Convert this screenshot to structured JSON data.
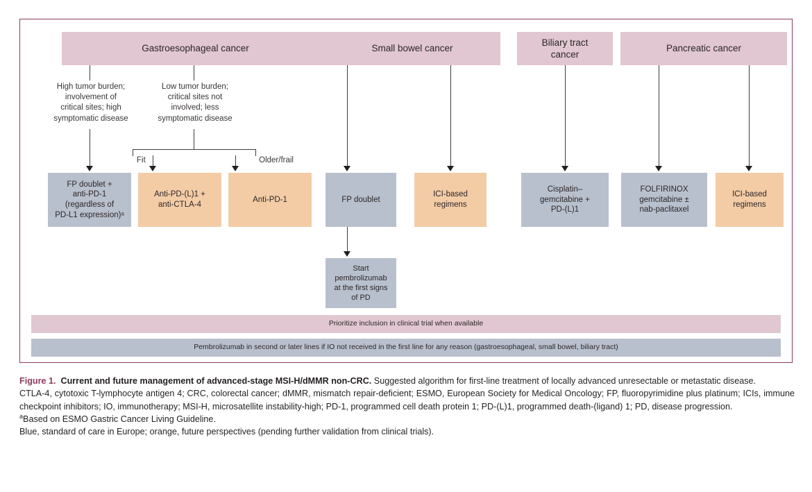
{
  "figure": {
    "frame_border_color": "#8d3a60",
    "palette": {
      "pink": "#e1c7d1",
      "blue": "#b9c0cd",
      "orange": "#f3cca6",
      "accent_maroon": "#8d3a60",
      "text": "#231f20"
    },
    "headers": [
      {
        "id": "gastroesophageal",
        "label": "Gastroesophageal cancer"
      },
      {
        "id": "small-bowel",
        "label": "Small bowel cancer"
      },
      {
        "id": "biliary-tract",
        "label": "Biliary tract\ncancer"
      },
      {
        "id": "pancreatic",
        "label": "Pancreatic cancer"
      }
    ],
    "conditions": {
      "high_burden": "High tumor burden;\ninvolvement of\ncritical sites; high\nsymptomatic disease",
      "low_burden": "Low tumor burden;\ncritical sites not\ninvolved; less\nsymptomatic disease",
      "fit": "Fit",
      "older_frail": "Older/frail"
    },
    "treatments": [
      {
        "id": "fp-doublet-anti-pd1",
        "color": "blue",
        "label": "FP doublet +\nanti-PD-1\n(regardless of\nPD-L1 expression)ᵃ"
      },
      {
        "id": "anti-pdl1-anti-ctla4",
        "color": "orange",
        "label": "Anti-PD-(L)1 +\nanti-CTLA-4"
      },
      {
        "id": "anti-pd1",
        "color": "orange",
        "label": "Anti-PD-1"
      },
      {
        "id": "fp-doublet",
        "color": "blue",
        "label": "FP doublet"
      },
      {
        "id": "ici-based-regimens-small-bowel",
        "color": "orange",
        "label": "ICI-based\nregimens"
      },
      {
        "id": "cisplatin-gemcitabine-pdl1",
        "color": "blue",
        "label": "Cisplatin–\ngemcitabine +\nPD-(L)1"
      },
      {
        "id": "folfirinox-gemcitabine-nab-paclitaxel",
        "color": "blue",
        "label": "FOLFIRINOX\ngemcitabine ±\nnab-paclitaxel"
      },
      {
        "id": "ici-based-regimens-pancreatic",
        "color": "orange",
        "label": "ICI-based\nregimens"
      }
    ],
    "followup": {
      "id": "start-pembrolizumab",
      "color": "blue",
      "label": "Start\npembrolizumab\nat the first signs\nof PD"
    },
    "bars": [
      {
        "id": "prioritize-trial",
        "color": "pink",
        "label": "Prioritize inclusion in clinical trial when available"
      },
      {
        "id": "pembrolizumab-second-line",
        "color": "blue",
        "label": "Pembrolizumab in second or later lines if IO not received in the first line for any reason (gastroesophageal, small bowel, biliary tract)"
      }
    ]
  },
  "caption": {
    "figure_label": "Figure 1.",
    "title": "Current and future management of advanced-stage MSI-H/dMMR non-CRC.",
    "subtitle": "Suggested algorithm for first-line treatment of locally advanced unresectable or metastatic disease.",
    "abbreviations": "CTLA-4, cytotoxic T-lymphocyte antigen 4; CRC, colorectal cancer; dMMR, mismatch repair-deficient; ESMO, European Society for Medical Oncology; FP, fluoropyrimidine plus platinum; ICIs, immune checkpoint inhibitors; IO, immunotherapy; MSI-H, microsatellite instability-high; PD-1, programmed cell death protein 1; PD-(L)1, programmed death-(ligand) 1; PD, disease progression.",
    "footnote_marker": "a",
    "footnote": "Based on ESMO Gastric Cancer Living Guideline.",
    "legend": "Blue, standard of care in Europe; orange, future perspectives (pending further validation from clinical trials)."
  }
}
